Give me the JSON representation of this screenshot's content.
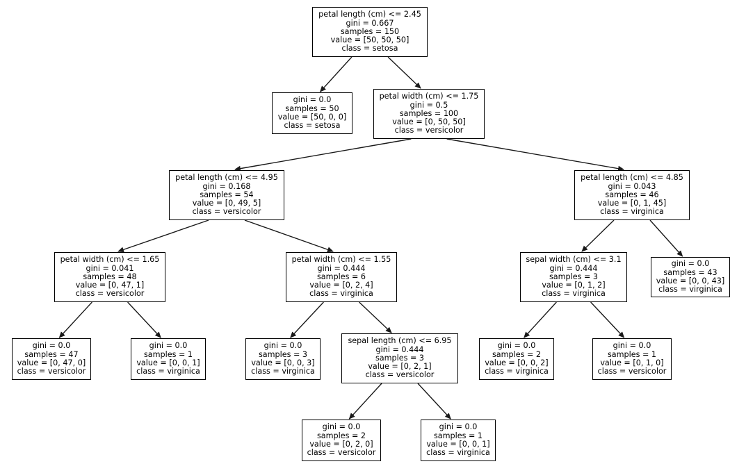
{
  "tree": {
    "nodes": [
      {
        "id": "n0",
        "lines": [
          "petal length (cm) <= 2.45",
          "gini = 0.667",
          "samples = 150",
          "value = [50, 50, 50]",
          "class = setosa"
        ]
      },
      {
        "id": "n1",
        "lines": [
          "gini = 0.0",
          "samples = 50",
          "value = [50, 0, 0]",
          "class = setosa"
        ]
      },
      {
        "id": "n2",
        "lines": [
          "petal width (cm) <= 1.75",
          "gini = 0.5",
          "samples = 100",
          "value = [0, 50, 50]",
          "class = versicolor"
        ]
      },
      {
        "id": "n3",
        "lines": [
          "petal length (cm) <= 4.95",
          "gini = 0.168",
          "samples = 54",
          "value = [0, 49, 5]",
          "class = versicolor"
        ]
      },
      {
        "id": "n4",
        "lines": [
          "petal length (cm) <= 4.85",
          "gini = 0.043",
          "samples = 46",
          "value = [0, 1, 45]",
          "class = virginica"
        ]
      },
      {
        "id": "n5",
        "lines": [
          "petal width (cm) <= 1.65",
          "gini = 0.041",
          "samples = 48",
          "value = [0, 47, 1]",
          "class = versicolor"
        ]
      },
      {
        "id": "n6",
        "lines": [
          "petal width (cm) <= 1.55",
          "gini = 0.444",
          "samples = 6",
          "value = [0, 2, 4]",
          "class = virginica"
        ]
      },
      {
        "id": "n7",
        "lines": [
          "sepal width (cm) <= 3.1",
          "gini = 0.444",
          "samples = 3",
          "value = [0, 1, 2]",
          "class = virginica"
        ]
      },
      {
        "id": "n8",
        "lines": [
          "gini = 0.0",
          "samples = 43",
          "value = [0, 0, 43]",
          "class = virginica"
        ]
      },
      {
        "id": "n9",
        "lines": [
          "gini = 0.0",
          "samples = 47",
          "value = [0, 47, 0]",
          "class = versicolor"
        ]
      },
      {
        "id": "n10",
        "lines": [
          "gini = 0.0",
          "samples = 1",
          "value = [0, 0, 1]",
          "class = virginica"
        ]
      },
      {
        "id": "n11",
        "lines": [
          "gini = 0.0",
          "samples = 3",
          "value = [0, 0, 3]",
          "class = virginica"
        ]
      },
      {
        "id": "n12",
        "lines": [
          "sepal length (cm) <= 6.95",
          "gini = 0.444",
          "samples = 3",
          "value = [0, 2, 1]",
          "class = versicolor"
        ]
      },
      {
        "id": "n13",
        "lines": [
          "gini = 0.0",
          "samples = 2",
          "value = [0, 0, 2]",
          "class = virginica"
        ]
      },
      {
        "id": "n14",
        "lines": [
          "gini = 0.0",
          "samples = 1",
          "value = [0, 1, 0]",
          "class = versicolor"
        ]
      },
      {
        "id": "n15",
        "lines": [
          "gini = 0.0",
          "samples = 2",
          "value = [0, 2, 0]",
          "class = versicolor"
        ]
      },
      {
        "id": "n16",
        "lines": [
          "gini = 0.0",
          "samples = 1",
          "value = [0, 0, 1]",
          "class = virginica"
        ]
      }
    ],
    "edges": [
      {
        "from": "n0",
        "to": "n1"
      },
      {
        "from": "n0",
        "to": "n2"
      },
      {
        "from": "n2",
        "to": "n3"
      },
      {
        "from": "n2",
        "to": "n4"
      },
      {
        "from": "n3",
        "to": "n5"
      },
      {
        "from": "n3",
        "to": "n6"
      },
      {
        "from": "n4",
        "to": "n7"
      },
      {
        "from": "n4",
        "to": "n8"
      },
      {
        "from": "n5",
        "to": "n9"
      },
      {
        "from": "n5",
        "to": "n10"
      },
      {
        "from": "n6",
        "to": "n11"
      },
      {
        "from": "n6",
        "to": "n12"
      },
      {
        "from": "n7",
        "to": "n13"
      },
      {
        "from": "n7",
        "to": "n14"
      },
      {
        "from": "n12",
        "to": "n15"
      },
      {
        "from": "n12",
        "to": "n16"
      }
    ]
  },
  "colors": {
    "background": "#ffffff",
    "node_border": "#000000",
    "edge": "#1a1a1a",
    "text": "#000000"
  }
}
